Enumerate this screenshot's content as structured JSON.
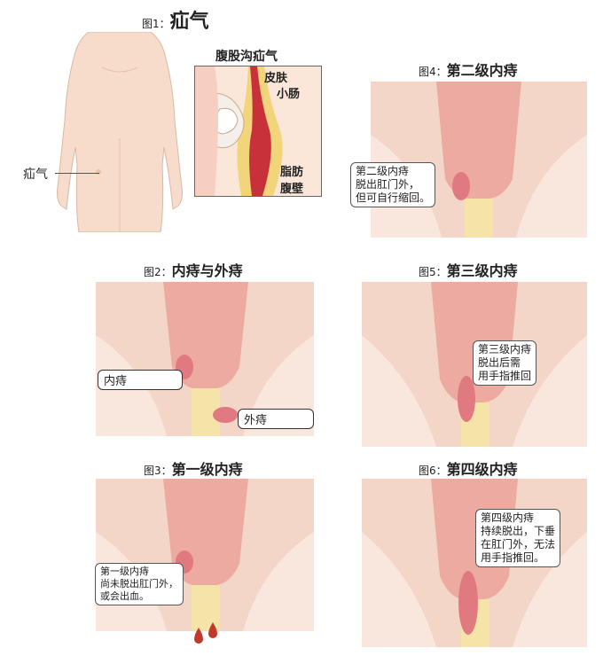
{
  "fig1": {
    "prefix": "图1：",
    "title": "疝气",
    "label_hernia": "疝气"
  },
  "inset": {
    "title": "腹股沟疝气",
    "skin": "皮肤",
    "intestine": "小肠",
    "fat": "脂肪",
    "wall": "腹壁"
  },
  "fig2": {
    "prefix": "图2：",
    "title": "内痔与外痔",
    "internal": "内痔",
    "external": "外痔"
  },
  "fig3": {
    "prefix": "图3：",
    "title": "第一级内痔",
    "note": "第一级内痔\n尚未脱出肛门外，\n或会出血。"
  },
  "fig4": {
    "prefix": "图4：",
    "title": "第二级内痔",
    "note": "第二级内痔\n脱出肛门外，\n但可自行缩回。"
  },
  "fig5": {
    "prefix": "图5：",
    "title": "第三级内痔",
    "note": "第三级内痔\n脱出后需\n用手指推回"
  },
  "fig6": {
    "prefix": "图6：",
    "title": "第四级内痔",
    "note": "第四级内痔\n持续脱出，下垂\n在肛门外，无法\n用手指推回。"
  },
  "colors": {
    "skin": "#f7dccb",
    "tissue": "#f4d6c8",
    "rectum": "#ecaaa0",
    "hemorrhoid": "#e07a80",
    "blood": "#c0392b",
    "fat": "#f2d47a",
    "wall": "#c8303a"
  }
}
